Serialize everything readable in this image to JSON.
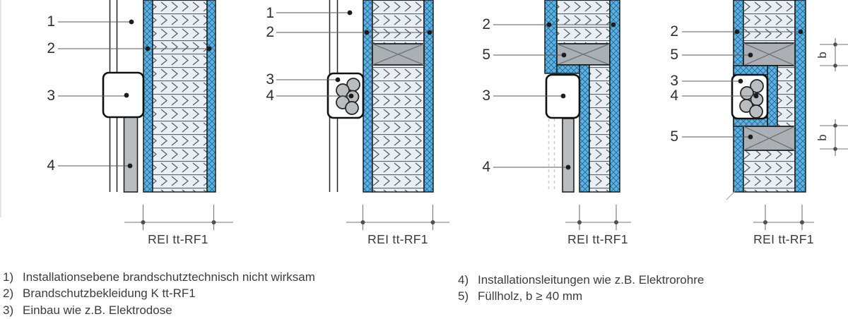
{
  "diagram": {
    "description_labels": [],
    "panels": [
      {
        "callouts": [
          "1",
          "2",
          "3",
          "4"
        ],
        "dimension_label": "REI tt-RF1"
      },
      {
        "callouts": [
          "1",
          "2",
          "3",
          "4"
        ],
        "dimension_label": "REI tt-RF1"
      },
      {
        "callouts": [
          "2",
          "5",
          "3",
          "4"
        ],
        "dimension_label": "REI tt-RF1"
      },
      {
        "callouts": [
          "2",
          "5",
          "3",
          "4",
          "5"
        ],
        "dimension_label": "REI tt-RF1",
        "width_dims": [
          "b",
          "b"
        ]
      }
    ],
    "legend": {
      "left": [
        {
          "num": "1)",
          "text": "Installationsebene brandschutztechnisch nicht wirksam"
        },
        {
          "num": "2)",
          "text": "Brandschutzbekleidung K tt-RF1"
        },
        {
          "num": "3)",
          "text": "Einbau wie z.B. Elektrodose"
        }
      ],
      "right": [
        {
          "num": "4)",
          "text": "Installationsleitungen wie z.B. Elektrorohre"
        },
        {
          "num": "5)",
          "text": "Füllholz, b ≥ 40 mm"
        }
      ]
    },
    "colors": {
      "cladding": "#5db3e2",
      "cladding_line": "#2a6f9e",
      "insulation": "#e9eff4",
      "insulation_line": "#4e5a63",
      "wood": "#abb0b4",
      "wood_line": "#6e7478",
      "conduit": "#b9bdc0",
      "line_dark": "#1c1c1c",
      "leader": "#5a5a5a",
      "dim": "#757575",
      "text": "#343434"
    }
  }
}
